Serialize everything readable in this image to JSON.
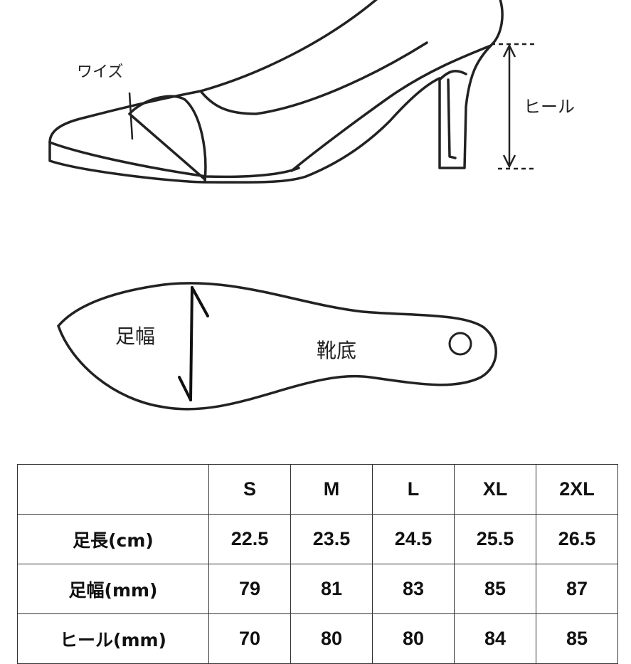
{
  "diagram": {
    "width_label": "ワイズ",
    "heel_label": "ヒール",
    "foot_width_label": "足幅",
    "sole_label": "靴底"
  },
  "table": {
    "corner": "",
    "sizes": [
      "S",
      "M",
      "L",
      "XL",
      "2XL"
    ],
    "rows": [
      {
        "label": "足長(cm)",
        "values": [
          "22.5",
          "23.5",
          "24.5",
          "25.5",
          "26.5"
        ]
      },
      {
        "label": "足幅(mm)",
        "values": [
          "79",
          "81",
          "83",
          "85",
          "87"
        ]
      },
      {
        "label": "ヒール(mm)",
        "values": [
          "70",
          "80",
          "80",
          "84",
          "85"
        ]
      }
    ]
  }
}
